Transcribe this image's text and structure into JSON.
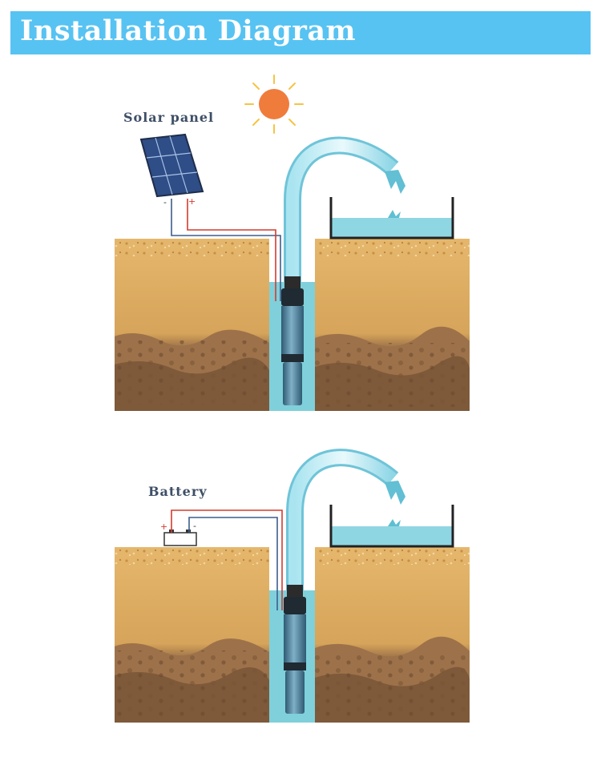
{
  "header": {
    "title": "Installation Diagram"
  },
  "diagrams": {
    "solar": {
      "source_label": "Solar panel",
      "neg_sign": "-",
      "pos_sign": "+"
    },
    "battery": {
      "source_label": "Battery",
      "pos_sign": "+",
      "neg_sign": "-"
    }
  },
  "colors": {
    "header_bg": "#57c3f2",
    "sun": "#f07c3c",
    "sun_rays": "#f6c343",
    "soil_top": "#e2b266",
    "soil_bottom": "#8a6540",
    "water": "#7fd0db",
    "panel": "#3e64a8",
    "wire_positive": "#d43b2e",
    "wire_negative": "#3d5d8c",
    "pump": "#5a8aa6"
  }
}
